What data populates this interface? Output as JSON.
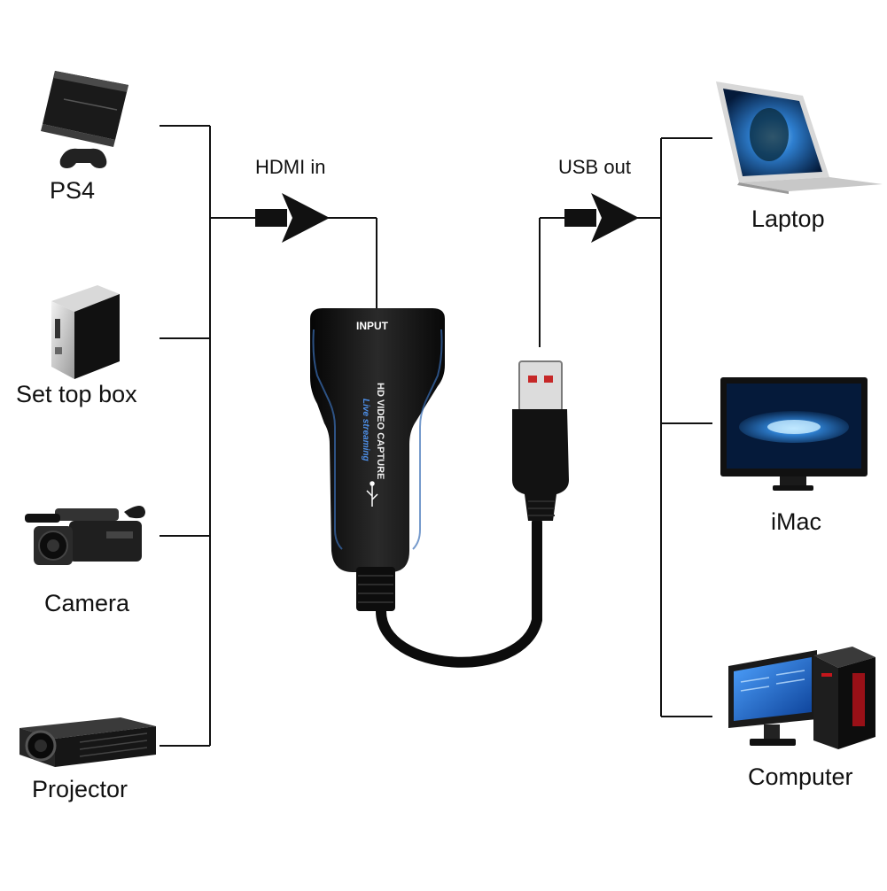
{
  "flow": {
    "input_label": "HDMI in",
    "output_label": "USB out"
  },
  "sources": [
    {
      "label": "PS4",
      "icon": "ps4-console-icon"
    },
    {
      "label": "Set top box",
      "icon": "set-top-box-icon"
    },
    {
      "label": "Camera",
      "icon": "video-camera-icon"
    },
    {
      "label": "Projector",
      "icon": "projector-icon"
    }
  ],
  "targets": [
    {
      "label": "Laptop",
      "icon": "laptop-icon"
    },
    {
      "label": "iMac",
      "icon": "imac-icon"
    },
    {
      "label": "Computer",
      "icon": "desktop-computer-icon"
    }
  ],
  "device": {
    "port_label": "INPUT",
    "product_line1": "HD VIDEO CAPTURE",
    "product_line2": "Live streaming"
  },
  "colors": {
    "line": "#111111",
    "device_body": "#151515",
    "device_accent": "#2f6fd6",
    "screen_blue": "#1b4f9c"
  }
}
